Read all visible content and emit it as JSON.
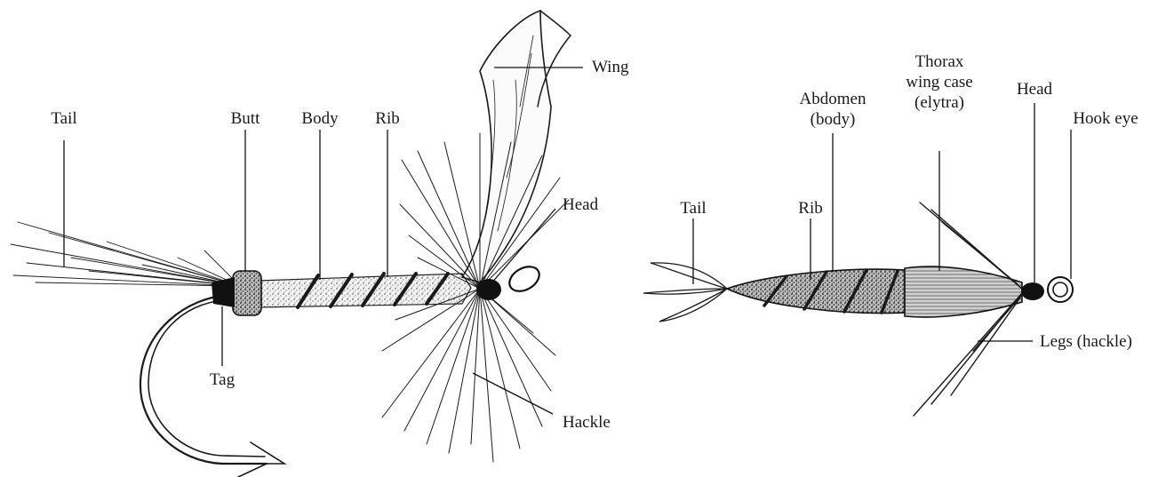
{
  "wet_fly": {
    "labels": {
      "tail": "Tail",
      "butt": "Butt",
      "body": "Body",
      "rib": "Rib",
      "wing": "Wing",
      "head": "Head",
      "tag": "Tag",
      "hackle": "Hackle"
    }
  },
  "nymph": {
    "labels": {
      "tail": "Tail",
      "rib": "Rib",
      "abdomen": [
        "Abdomen",
        "(body)"
      ],
      "thorax": [
        "Thorax",
        "wing case",
        "(elytra)"
      ],
      "head": "Head",
      "hook_eye": "Hook eye",
      "legs": "Legs (hackle)"
    }
  }
}
